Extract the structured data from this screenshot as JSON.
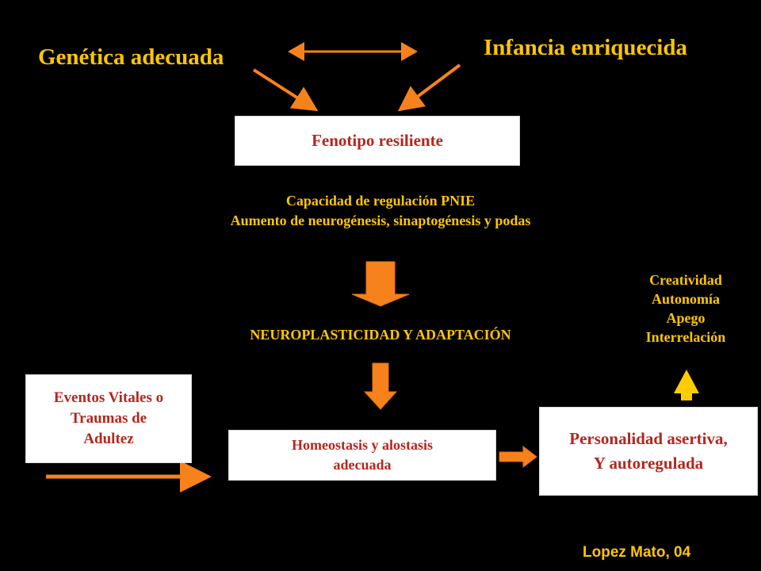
{
  "inputs": {
    "genetica": "Genética adecuada",
    "infancia": "Infancia enriquecida"
  },
  "fenotipo": "Fenotipo resiliente",
  "capacidad": {
    "line1": "Capacidad de regulación PNIE",
    "line2": "Aumento de neurogénesis, sinaptogénesis y podas"
  },
  "neuroplasticidad": "NEUROPLASTICIDAD Y ADAPTACIÓN",
  "eventos": {
    "line1": "Eventos Vitales o",
    "line2": "Traumas de",
    "line3": "Adultez"
  },
  "homeostasis": {
    "line1": "Homeostasis y alostasis",
    "line2": "adecuada"
  },
  "personalidad": {
    "line1": "Personalidad asertiva,",
    "line2": "Y autoregulada"
  },
  "outcomes": [
    "Creatividad",
    "Autonomía",
    "Apego",
    "Interrelación"
  ],
  "credit": "Lopez Mato, 04",
  "colors": {
    "background": "#000000",
    "heading": "#ffc600",
    "box_text": "#b5261e",
    "arrow": "#f7821b",
    "up_arrow": "#ffcc00"
  }
}
